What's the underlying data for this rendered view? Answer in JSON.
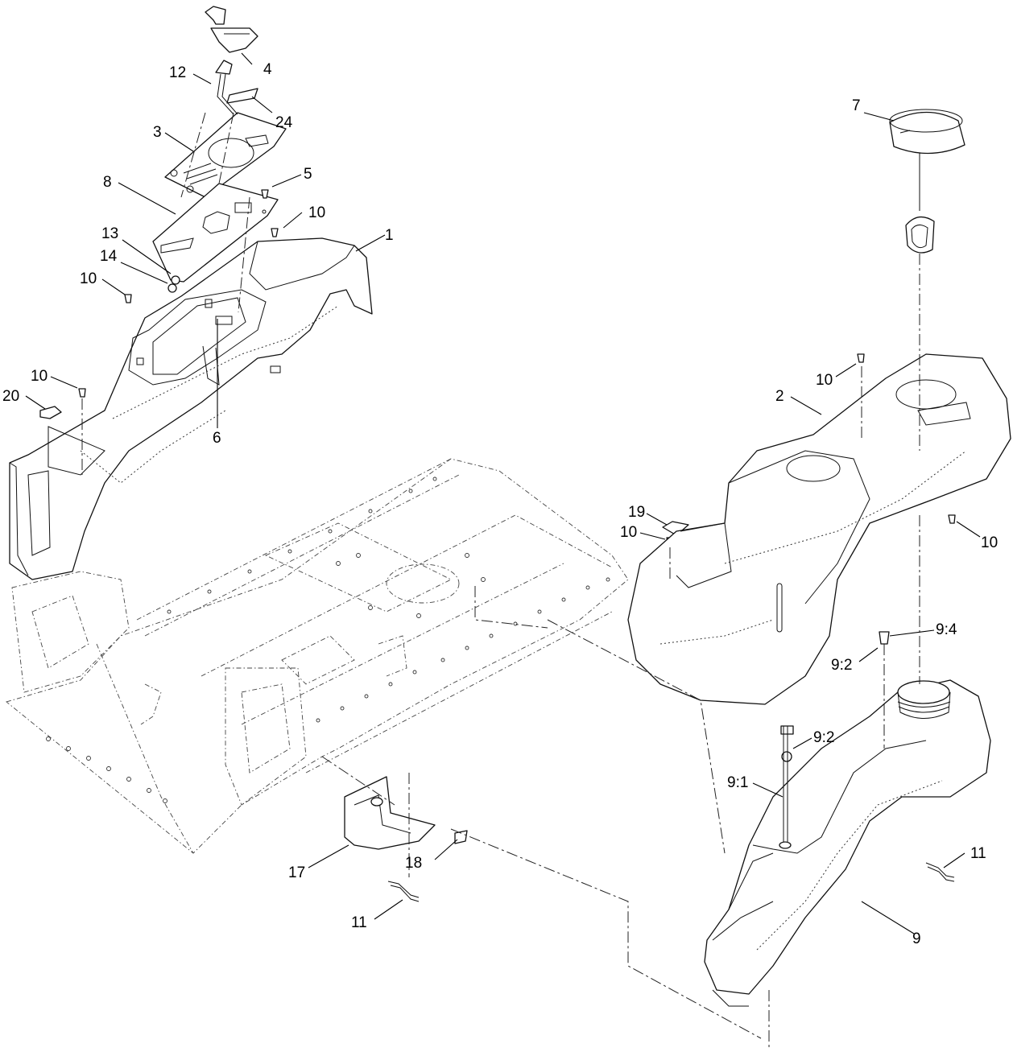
{
  "diagram": {
    "callouts": {
      "c1": "1",
      "c2": "2",
      "c3": "3",
      "c4": "4",
      "c5": "5",
      "c6": "6",
      "c7": "7",
      "c8": "8",
      "c9": "9",
      "c9_1": "9:1",
      "c9_2a": "9:2",
      "c9_2b": "9:2",
      "c9_4": "9:4",
      "c10a": "10",
      "c10b": "10",
      "c10c": "10",
      "c10d": "10",
      "c10e": "10",
      "c10f": "10",
      "c11a": "11",
      "c11b": "11",
      "c12": "12",
      "c13": "13",
      "c14": "14",
      "c17": "17",
      "c18": "18",
      "c19": "19",
      "c20": "20",
      "c24": "24"
    }
  }
}
